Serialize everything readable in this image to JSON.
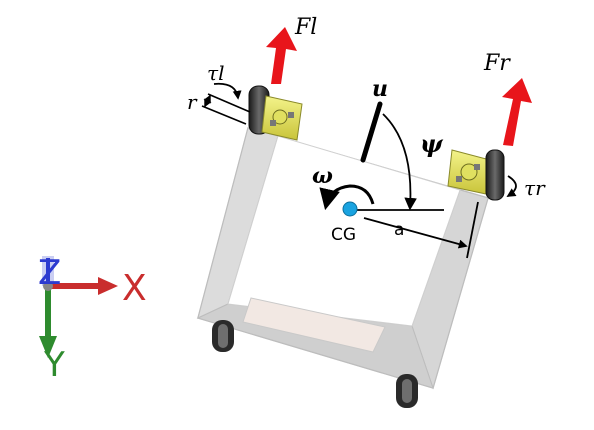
{
  "labels": {
    "force_left": "Fl",
    "force_right": "Fr",
    "torque_left": "τl",
    "torque_right": "τr",
    "wheel_radius": "r",
    "velocity": "u",
    "heading_angle": "ψ",
    "angular_velocity": "ω",
    "center_of_gravity": "CG",
    "half_track": "a"
  },
  "axes": {
    "x_label": "X",
    "y_label": "Y",
    "z_label": "Z"
  },
  "colors": {
    "force_arrow": "#e8151b",
    "center_of_gravity": "#1aa3e0",
    "x_axis": "#c92d2d",
    "y_axis": "#2e8b2e",
    "z_axis": "#2d3bd0"
  }
}
